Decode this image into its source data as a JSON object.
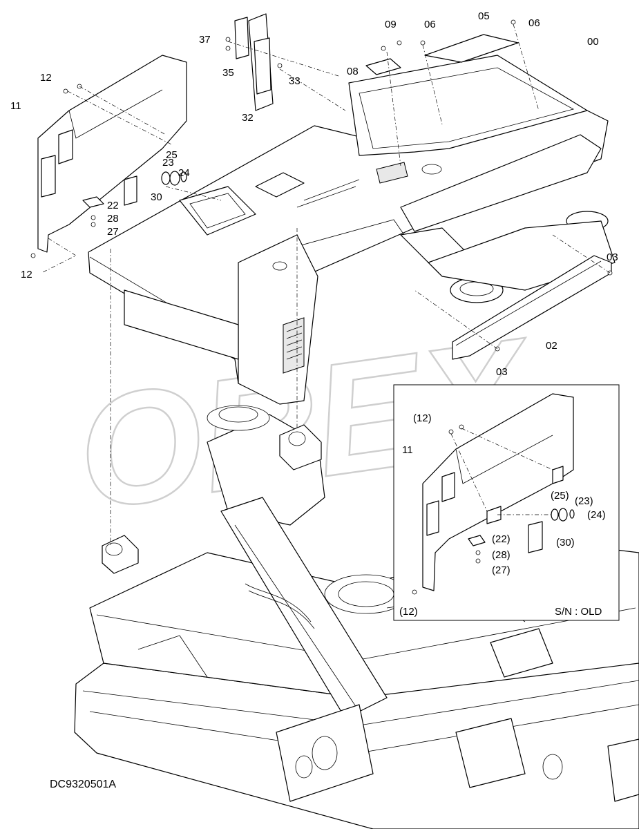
{
  "diagram": {
    "drawing_code": "DC9320501A",
    "watermark": "OREX",
    "inset_title": "S/N : OLD",
    "callouts": [
      {
        "id": "c00",
        "text": "00"
      },
      {
        "id": "c02",
        "text": "02"
      },
      {
        "id": "c03a",
        "text": "03"
      },
      {
        "id": "c03b",
        "text": "03"
      },
      {
        "id": "c05",
        "text": "05"
      },
      {
        "id": "c06a",
        "text": "06"
      },
      {
        "id": "c06b",
        "text": "06"
      },
      {
        "id": "c08",
        "text": "08"
      },
      {
        "id": "c09",
        "text": "09"
      },
      {
        "id": "c11",
        "text": "11"
      },
      {
        "id": "c12a",
        "text": "12"
      },
      {
        "id": "c12b",
        "text": "12"
      },
      {
        "id": "c22",
        "text": "22"
      },
      {
        "id": "c23",
        "text": "23"
      },
      {
        "id": "c24",
        "text": "24"
      },
      {
        "id": "c25",
        "text": "25"
      },
      {
        "id": "c27",
        "text": "27"
      },
      {
        "id": "c28",
        "text": "28"
      },
      {
        "id": "c30",
        "text": "30"
      },
      {
        "id": "c32",
        "text": "32"
      },
      {
        "id": "c33",
        "text": "33"
      },
      {
        "id": "c35",
        "text": "35"
      },
      {
        "id": "c37",
        "text": "37"
      }
    ],
    "inset_callouts": [
      {
        "id": "i11",
        "text": "11"
      },
      {
        "id": "i12a",
        "text": "(12)"
      },
      {
        "id": "i12b",
        "text": "(12)"
      },
      {
        "id": "i22",
        "text": "(22)"
      },
      {
        "id": "i23",
        "text": "(23)"
      },
      {
        "id": "i24",
        "text": "(24)"
      },
      {
        "id": "i25",
        "text": "(25)"
      },
      {
        "id": "i27",
        "text": "(27)"
      },
      {
        "id": "i28",
        "text": "(28)"
      },
      {
        "id": "i30",
        "text": "(30)"
      }
    ]
  }
}
